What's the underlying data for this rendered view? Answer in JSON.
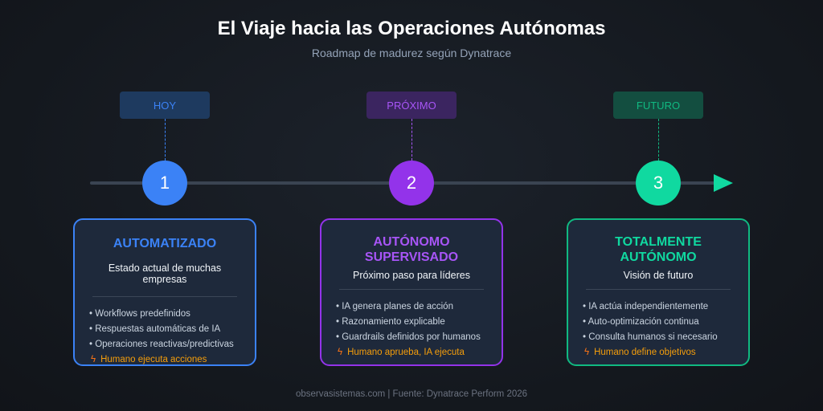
{
  "title": "El Viaje hacia las Operaciones Autónomas",
  "subtitle": "Roadmap de madurez según Dynatrace",
  "stages": [
    {
      "tag": "HOY",
      "number": "1",
      "title": "AUTOMATIZADO",
      "subtitle": "Estado actual de muchas empresas",
      "items": [
        "• Workflows predefinidos",
        "• Respuestas automáticas de IA",
        "• Operaciones reactivas/predictivas"
      ],
      "highlight": "Humano ejecuta acciones",
      "color": "#3b82f6"
    },
    {
      "tag": "PRÓXIMO",
      "number": "2",
      "title": "AUTÓNOMO SUPERVISADO",
      "subtitle": "Próximo paso para líderes",
      "items": [
        "• IA genera planes de acción",
        "• Razonamiento explicable",
        "• Guardrails definidos por humanos"
      ],
      "highlight": "Humano aprueba, IA ejecuta",
      "color": "#9333ea"
    },
    {
      "tag": "FUTURO",
      "number": "3",
      "title": "TOTALMENTE AUTÓNOMO",
      "subtitle": "Visión de futuro",
      "items": [
        "• IA actúa independientemente",
        "• Auto-optimización continua",
        "• Consulta humanos si necesario"
      ],
      "highlight": "Humano define objetivos",
      "color": "#10b981"
    }
  ],
  "footer": "observasistemas.com | Fuente: Dynatrace Perform 2026"
}
